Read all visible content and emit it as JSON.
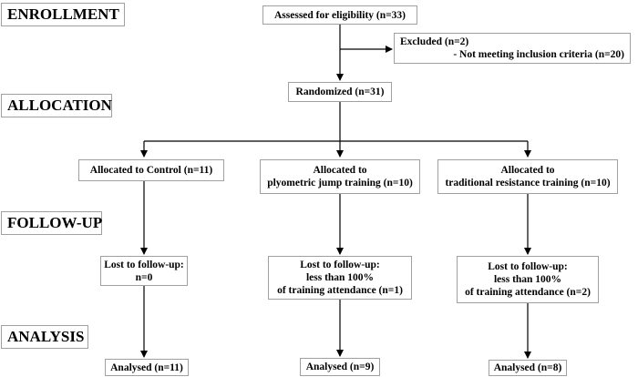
{
  "stages": {
    "enrollment": "ENROLLMENT",
    "allocation": "ALLOCATION",
    "follow_up": "FOLLOW-UP",
    "analysis": "ANALYSIS"
  },
  "enrollment": {
    "assessed": "Assessed for eligibility (n=33)",
    "excluded": {
      "line1": "Excluded (n=2)",
      "line2": "- Not meeting inclusion criteria (n=20)"
    }
  },
  "allocation": {
    "randomized": "Randomized (n=31)"
  },
  "groups": [
    {
      "allocated": [
        "Allocated to Control (n=11)"
      ],
      "lost": [
        "Lost to follow-up:",
        "n=0"
      ],
      "analysed": "Analysed (n=11)"
    },
    {
      "allocated": [
        "Allocated to",
        "plyometric jump training (n=10)"
      ],
      "lost": [
        "Lost to follow-up:",
        "less than 100%",
        "of training attendance (n=1)"
      ],
      "analysed": "Analysed (n=9)"
    },
    {
      "allocated": [
        "Allocated to",
        "traditional resistance training (n=10)"
      ],
      "lost": [
        "Lost to follow-up:",
        "less than 100%",
        "of training attendance (n=2)"
      ],
      "analysed": "Analysed (n=8)"
    }
  ]
}
